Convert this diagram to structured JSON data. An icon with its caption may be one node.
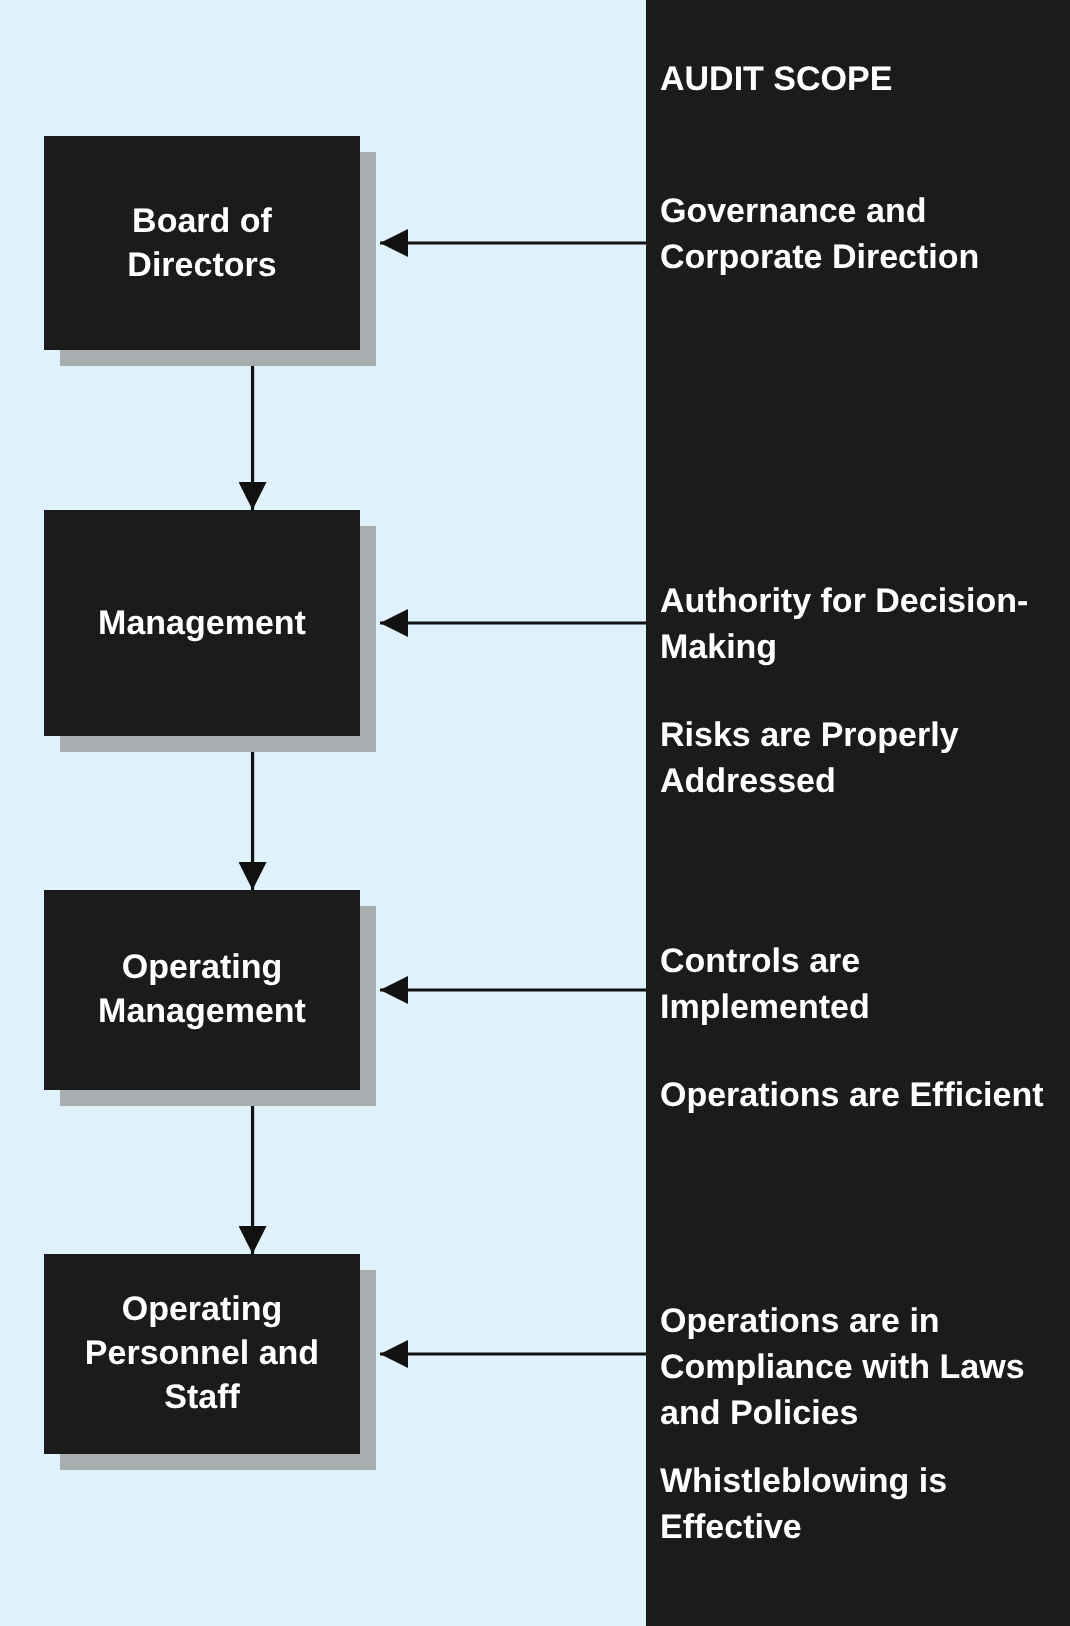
{
  "diagram": {
    "nodes": [
      {
        "text": [
          "Board of Directors"
        ]
      },
      {
        "text": [
          "Management"
        ]
      },
      {
        "text": [
          "Operating Management"
        ]
      },
      {
        "text": [
          "Operating Personnel and Staff"
        ]
      },
      {
        "text": [
          "AUDIT SCOPE"
        ]
      },
      {
        "text": [
          "Governance and Corporate Direction"
        ],
        "in": 4
      },
      {
        "text": [
          "Authority for Decision-Making"
        ],
        "in": 4
      },
      {
        "text": [
          "Risks are Properly Addressed"
        ],
        "in": 4
      },
      {
        "text": [
          "Controls are Implemented"
        ],
        "in": 4
      },
      {
        "text": [
          "Operations are Efficient"
        ],
        "in": 4
      },
      {
        "text": [
          "Operations are in Compliance with Laws and Policies"
        ],
        "in": 4
      },
      {
        "text": [
          "Whistleblowing is Effective"
        ],
        "in": 4
      }
    ],
    "edges": [
      {
        "from": 0,
        "to": 1,
        "arrow": "to"
      },
      {
        "from": 1,
        "to": 2,
        "arrow": "to"
      },
      {
        "from": 2,
        "to": 3,
        "arrow": "to"
      },
      {
        "from": 5,
        "to": 0,
        "arrow": "to"
      },
      {
        "from": 6,
        "to": 1,
        "arrow": "to"
      },
      {
        "from": 8,
        "to": 2,
        "arrow": "to"
      },
      {
        "from": 10,
        "to": 3,
        "arrow": "to"
      }
    ]
  }
}
